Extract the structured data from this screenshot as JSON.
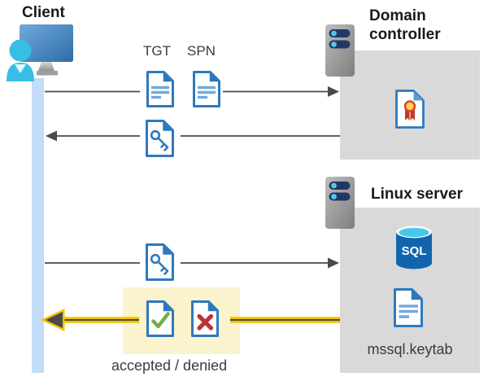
{
  "nodes": {
    "client": {
      "label": "Client",
      "icon": "user-workstation-icon"
    },
    "domain_controller": {
      "label": "Domain controller",
      "icon": "server-icon",
      "contents": [
        {
          "icon": "certificate-icon"
        }
      ]
    },
    "linux_server": {
      "label": "Linux server",
      "icon": "server-icon",
      "contents": [
        {
          "icon": "sql-database-icon",
          "label": "SQL"
        },
        {
          "icon": "keytab-file-icon",
          "label": "mssql.keytab"
        }
      ]
    }
  },
  "flows": [
    {
      "from": "client",
      "to": "domain_controller",
      "items": [
        "TGT",
        "SPN"
      ],
      "icons": [
        "document-icon",
        "document-icon"
      ]
    },
    {
      "from": "domain_controller",
      "to": "client",
      "icons": [
        "ticket-key-document-icon"
      ]
    },
    {
      "from": "client",
      "to": "linux_server",
      "icons": [
        "ticket-key-document-icon"
      ]
    },
    {
      "from": "linux_server",
      "to": "client",
      "highlighted": true,
      "label": "accepted / denied",
      "icons": [
        "accepted-document-icon",
        "denied-document-icon"
      ]
    }
  ],
  "colors": {
    "icon_blue": "#2e79be",
    "icon_line_blue": "#74a9dd",
    "lifeline_blue": "#c3dcf7",
    "container_gray": "#d9d9d9",
    "highlight_yellow_bg": "#faf3cd",
    "arrow_gray": "#4a4a4a",
    "arrow_highlight_yellow": "#f0c300",
    "accepted_green": "#6fae46",
    "denied_red": "#be3138",
    "sql_body_blue": "#1065ae",
    "sql_top_cyan": "#49c7e9",
    "person_cyan": "#38bee4"
  }
}
